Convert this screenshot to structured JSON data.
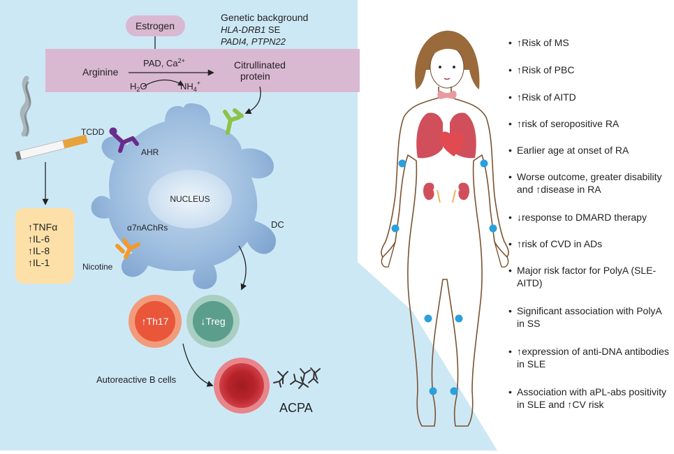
{
  "pathway": {
    "estrogen": "Estrogen",
    "genetic_title": "Genetic background",
    "genetic_gene1": "HLA-DRB1",
    "genetic_gene1_suffix": " SE",
    "genetic_gene2": "PADI4, PTPN22",
    "arginine": "Arginine",
    "enzyme": "PAD, Ca",
    "enzyme_sup": "2+",
    "h2o_h": "H",
    "h2o_sub": "2",
    "h2o_o": "O",
    "nh4": "NH",
    "nh4_sub": "4",
    "nh4_sup": "+",
    "citrullinated_line1": "Citrullinated",
    "citrullinated_line2": "protein"
  },
  "cell": {
    "nucleus": "NUCLEUS",
    "dc": "DC",
    "tcdd": "TCDD",
    "ahr": "AHR",
    "receptor": "α7nAChRs",
    "nicotine": "Nicotine"
  },
  "cytokines": [
    "↑TNFα",
    "↑IL-6",
    "↑IL-8",
    "↑IL-1"
  ],
  "tcells": {
    "th17": "↑Th17",
    "treg": "↓Treg"
  },
  "bcells": {
    "label": "Autoreactive B cells",
    "acpa": "ACPA"
  },
  "effects": [
    "↑Risk of MS",
    "↑Risk of PBC",
    "↑Risk of AITD",
    "↑risk of seropositive RA",
    "Earlier age at onset of RA",
    "Worse outcome, greater disability and ↑disease in RA",
    "↓response to DMARD therapy",
    "↑risk of CVD in ADs",
    "Major risk factor for PolyA (SLE-AITD)",
    "Significant association with PolyA in SS",
    "↑expression of anti-DNA antibodies in SLE",
    "Association with aPL-abs positivity in SLE and ↑CV risk"
  ],
  "effect_bullet": "•",
  "colors": {
    "panel_bg": "#cde8f5",
    "pathway_box": "#d9b8d2",
    "estrogen_box": "#d9b8d2",
    "cell_body": "#8fb2d8",
    "nucleus": "#d6e6f4",
    "cytokine_box": "#fde0a8",
    "th17": "#e9563a",
    "treg": "#5c9e8c",
    "bcell": "#c0262c",
    "joint_dot": "#2aa0dc",
    "organ_red": "#c8303e"
  }
}
